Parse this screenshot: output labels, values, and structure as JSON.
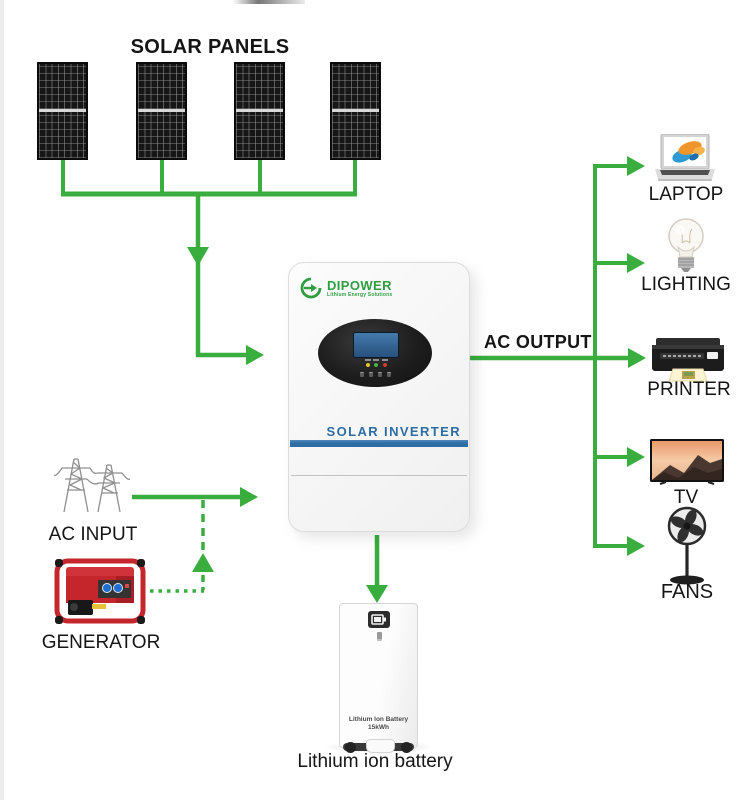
{
  "colors": {
    "wire_green": "#3aad3f",
    "brand_green": "#2e9e41",
    "accent_blue": "#2e6da4",
    "generator_red": "#c4262c"
  },
  "solar": {
    "title": "SOLAR PANELS",
    "panel_count": 4
  },
  "inverter": {
    "brand": "DIPOWER",
    "tagline": "Lithium Energy Solutions",
    "product_label": "SOLAR INVERTER"
  },
  "ac_input": {
    "label": "AC INPUT",
    "generator_label": "GENERATOR"
  },
  "ac_output": {
    "label": "AC OUTPUT",
    "devices": [
      "LAPTOP",
      "LIGHTING",
      "PRINTER",
      "TV",
      "FANS"
    ]
  },
  "battery": {
    "unit_line1": "Lithium Ion Battery",
    "unit_line2": "15kWh",
    "caption": "Lithium ion battery"
  },
  "icons": {
    "solar-panel-icon": "black pv module grid",
    "power-tower-icon": "transmission towers",
    "generator-icon": "red portable generator",
    "laptop-icon": "laptop with paint-splash screen",
    "lightbulb-icon": "incandescent bulb",
    "printer-icon": "black inkjet printer with photo",
    "tv-icon": "flat tv with mountain sunset",
    "fan-icon": "black pedestal fan",
    "battery-icon": "tower lithium battery",
    "dipower-logo-icon": "green swirl arrow"
  }
}
